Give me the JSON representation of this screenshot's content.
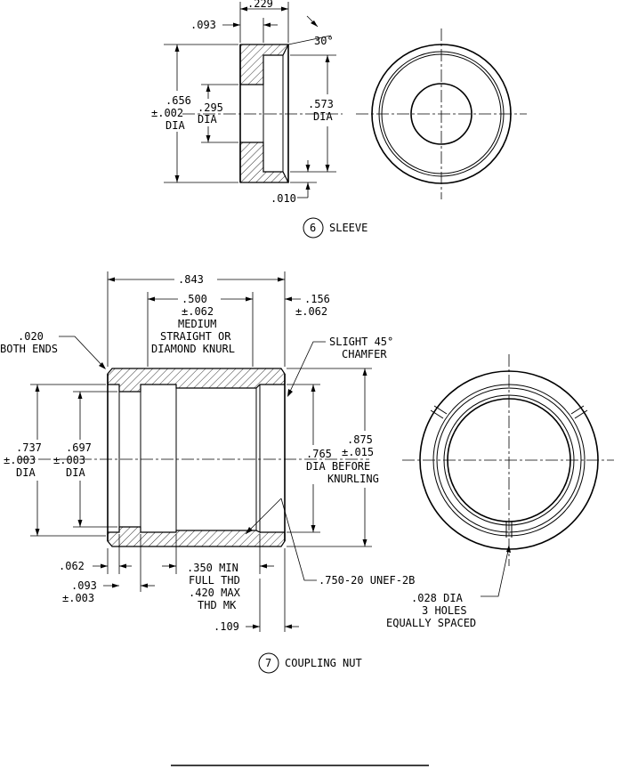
{
  "sleeve": {
    "title": "SLEEVE",
    "item_number": "6",
    "dims": {
      "width": ".229",
      "offset": ".093",
      "angle": "30°",
      "od_1": ".656",
      "od_2": "±.002",
      "od_3": "DIA",
      "id_1": ".295",
      "id_2": "DIA",
      "bore_1": ".573",
      "bore_2": "DIA",
      "lip": ".010"
    }
  },
  "nut": {
    "title": "COUPLING NUT",
    "item_number": "7",
    "dims": {
      "length": ".843",
      "knurl_1": ".500",
      "knurl_2": "±.062",
      "knurl_3": "MEDIUM",
      "knurl_4": "STRAIGHT OR",
      "knurl_5": "DIAMOND KNURL",
      "end_1": ".156",
      "end_2": "±.062",
      "edge_1": ".020",
      "edge_2": "BOTH ENDS",
      "chamfer_1": "SLIGHT 45°",
      "chamfer_2": "CHAMFER",
      "d737_1": ".737",
      "d737_2": "±.003",
      "d737_3": "DIA",
      "d697_1": ".697",
      "d697_2": "±.003",
      "d697_3": "DIA",
      "d765_1": ".765",
      "d765_2": "DIA BEFORE",
      "d765_3": "KNURLING",
      "d875_1": ".875",
      "d875_2": "±.015",
      "d062": ".062",
      "d093_1": ".093",
      "d093_2": "±.003",
      "thd_1": ".350 MIN",
      "thd_2": "FULL THD",
      "thd_3": ".420 MAX",
      "thd_4": "THD MK",
      "d109": ".109",
      "thread": ".750-20 UNEF-2B",
      "holes_1": ".028 DIA",
      "holes_2": "3 HOLES",
      "holes_3": "EQUALLY SPACED"
    }
  }
}
